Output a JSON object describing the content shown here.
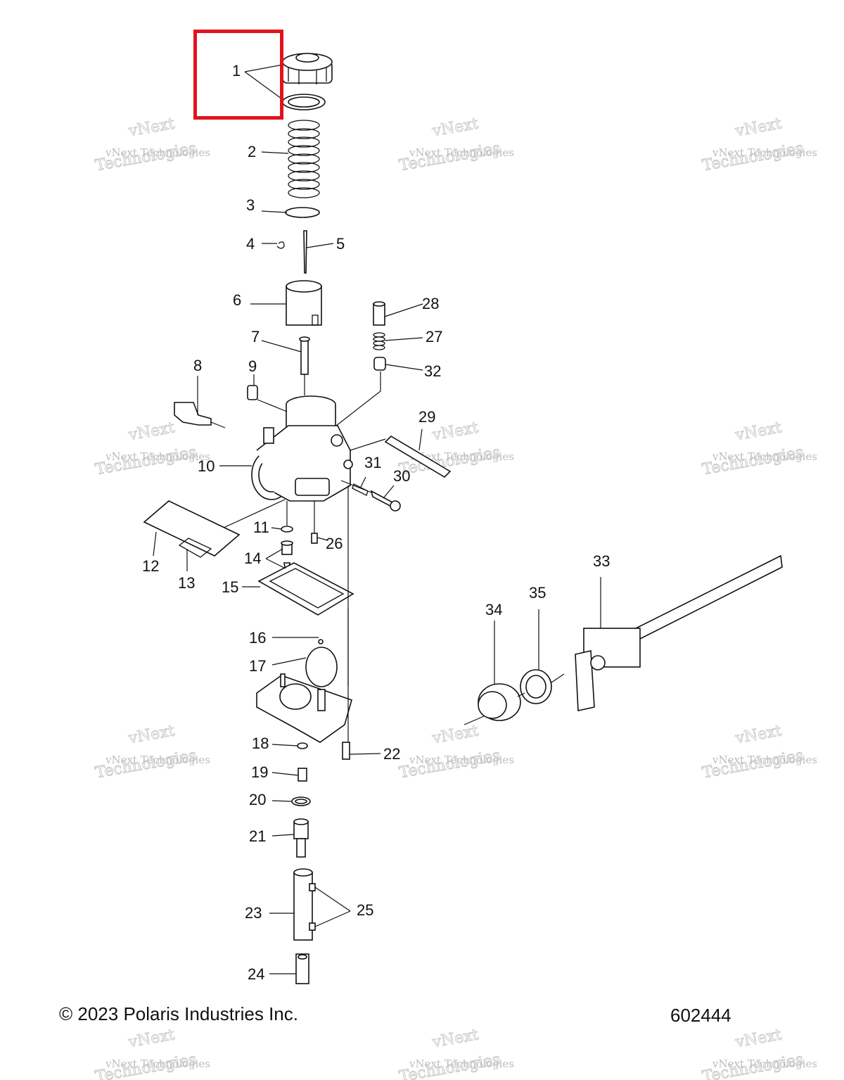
{
  "footer": {
    "copyright": "© 2023 Polaris Industries Inc.",
    "diagram_number": "602444"
  },
  "watermark": {
    "line0": "vNext",
    "line1": "vNext Technologies",
    "line2": "Technologies"
  },
  "highlight_color": "#e0141e",
  "callouts": {
    "c1": "1",
    "c2": "2",
    "c3": "3",
    "c4": "4",
    "c5": "5",
    "c6": "6",
    "c7": "7",
    "c8": "8",
    "c9": "9",
    "c10": "10",
    "c11": "11",
    "c12": "12",
    "c13": "13",
    "c14": "14",
    "c15": "15",
    "c16": "16",
    "c17": "17",
    "c18": "18",
    "c19": "19",
    "c20": "20",
    "c21": "21",
    "c22": "22",
    "c23": "23",
    "c24": "24",
    "c25": "25",
    "c26": "26",
    "c27": "27",
    "c28": "28",
    "c29": "29",
    "c30": "30",
    "c31": "31",
    "c32": "32",
    "c33": "33",
    "c34": "34",
    "c35": "35"
  }
}
